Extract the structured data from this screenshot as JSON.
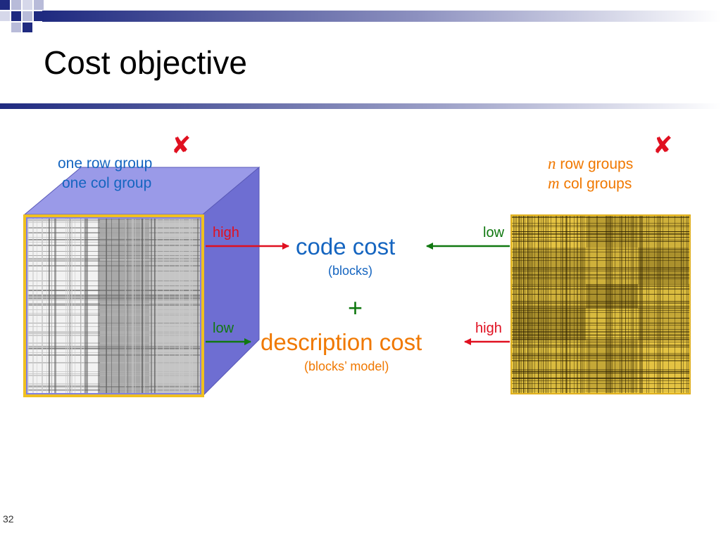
{
  "title": "Cost objective",
  "slide_number": "32",
  "left_matrix": {
    "line1": "one row group",
    "line2": "one col group",
    "arrow_top_label": "high",
    "arrow_bottom_label": "low"
  },
  "right_matrix": {
    "line1_var": "n",
    "line1_text": " row groups",
    "line2_var": "m",
    "line2_text": " col groups",
    "arrow_top_label": "low",
    "arrow_bottom_label": "high"
  },
  "center": {
    "code_cost": "code cost",
    "code_cost_sub": "(blocks)",
    "plus": "+",
    "description_cost": "description cost",
    "description_cost_sub": "(blocks’ model)"
  },
  "marks": {
    "cross": "✘"
  },
  "colors": {
    "header_bar": "#1f2a80",
    "cube": "#8080e0",
    "accent_blue": "#1565c0",
    "accent_orange": "#f07800",
    "red": "#e01020",
    "green": "#107810",
    "matrix_border": "#f0c020"
  }
}
